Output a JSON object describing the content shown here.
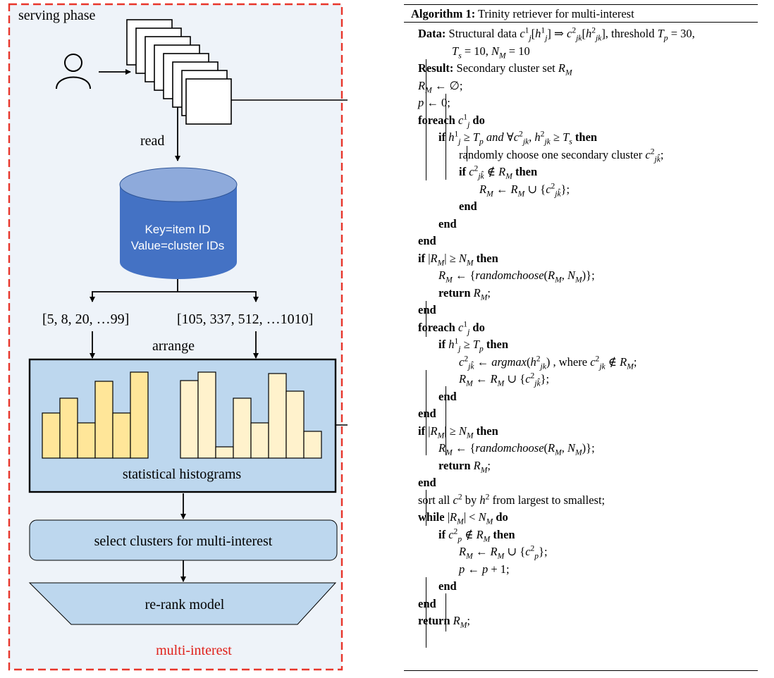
{
  "diagram": {
    "phase_label": "serving phase",
    "read_label": "read",
    "db_line1": "Key=item ID",
    "db_line2": "Value=cluster IDs",
    "list_left": "[5, 8, 20, …99]",
    "list_right": "[105, 337, 512, …1010]",
    "arrange_label": "arrange",
    "histograms_label": "statistical histograms",
    "select_label": "select clusters for multi-interest",
    "rerank_label": "re-rank model",
    "footer_label": "multi-interest",
    "hist_left_values": [
      64,
      85,
      50,
      109,
      64,
      122
    ],
    "hist_right_values": [
      110,
      122,
      16,
      85,
      50,
      120,
      95,
      38
    ],
    "colors": {
      "dashed_border": "#e8362b",
      "panel_bg": "#eef3f9",
      "box_fill": "#bdd7ee",
      "db_body": "#4472c4",
      "db_top": "#8eaadb",
      "bar_left": "#ffe699",
      "bar_right": "#fff2cc",
      "footer_text": "#e0201a"
    }
  },
  "algorithm": {
    "title_bold": "Algorithm 1:",
    "title_text": " Trinity retriever for multi-interest",
    "lines": [
      "Data: Structural data c1j[h1j] ⇒ c2jk[h2jk], threshold Tp = 30,",
      "Ts = 10, NM = 10",
      "Result: Secondary cluster set RM",
      "RM ← ∅;",
      "p ← 0;",
      "foreach c1j do",
      "if h1j ≥ Tp and ∀c2jk, h2jk ≥ Ts then",
      "randomly choose one secondary cluster c2jk̂;",
      "if c2jk̂ ∉ RM then",
      "RM ← RM ∪ {c2jk̂};",
      "end",
      "end",
      "end",
      "if |RM| ≥ NM then",
      "RM ← {randomchoose(RM, NM)};",
      "return RM;",
      "end",
      "foreach c1j do",
      "if h1j ≥ Tp then",
      "c2jk̂ ← argmax(h2jk) , where c2jk ∉ RM;",
      "RM ← RM ∪ {c2jk̂};",
      "end",
      "end",
      "if |RM| ≥ NM then",
      "RM ← {randomchoose(RM, NM)};",
      "return RM;",
      "end",
      "sort all c2 by h2 from largest to smallest;",
      "while |RM| < NM do",
      "if c2p ∉ RM then",
      "RM ← RM ∪ {c2p};",
      "p ← p + 1;",
      "end",
      "end",
      "return RM;"
    ]
  }
}
